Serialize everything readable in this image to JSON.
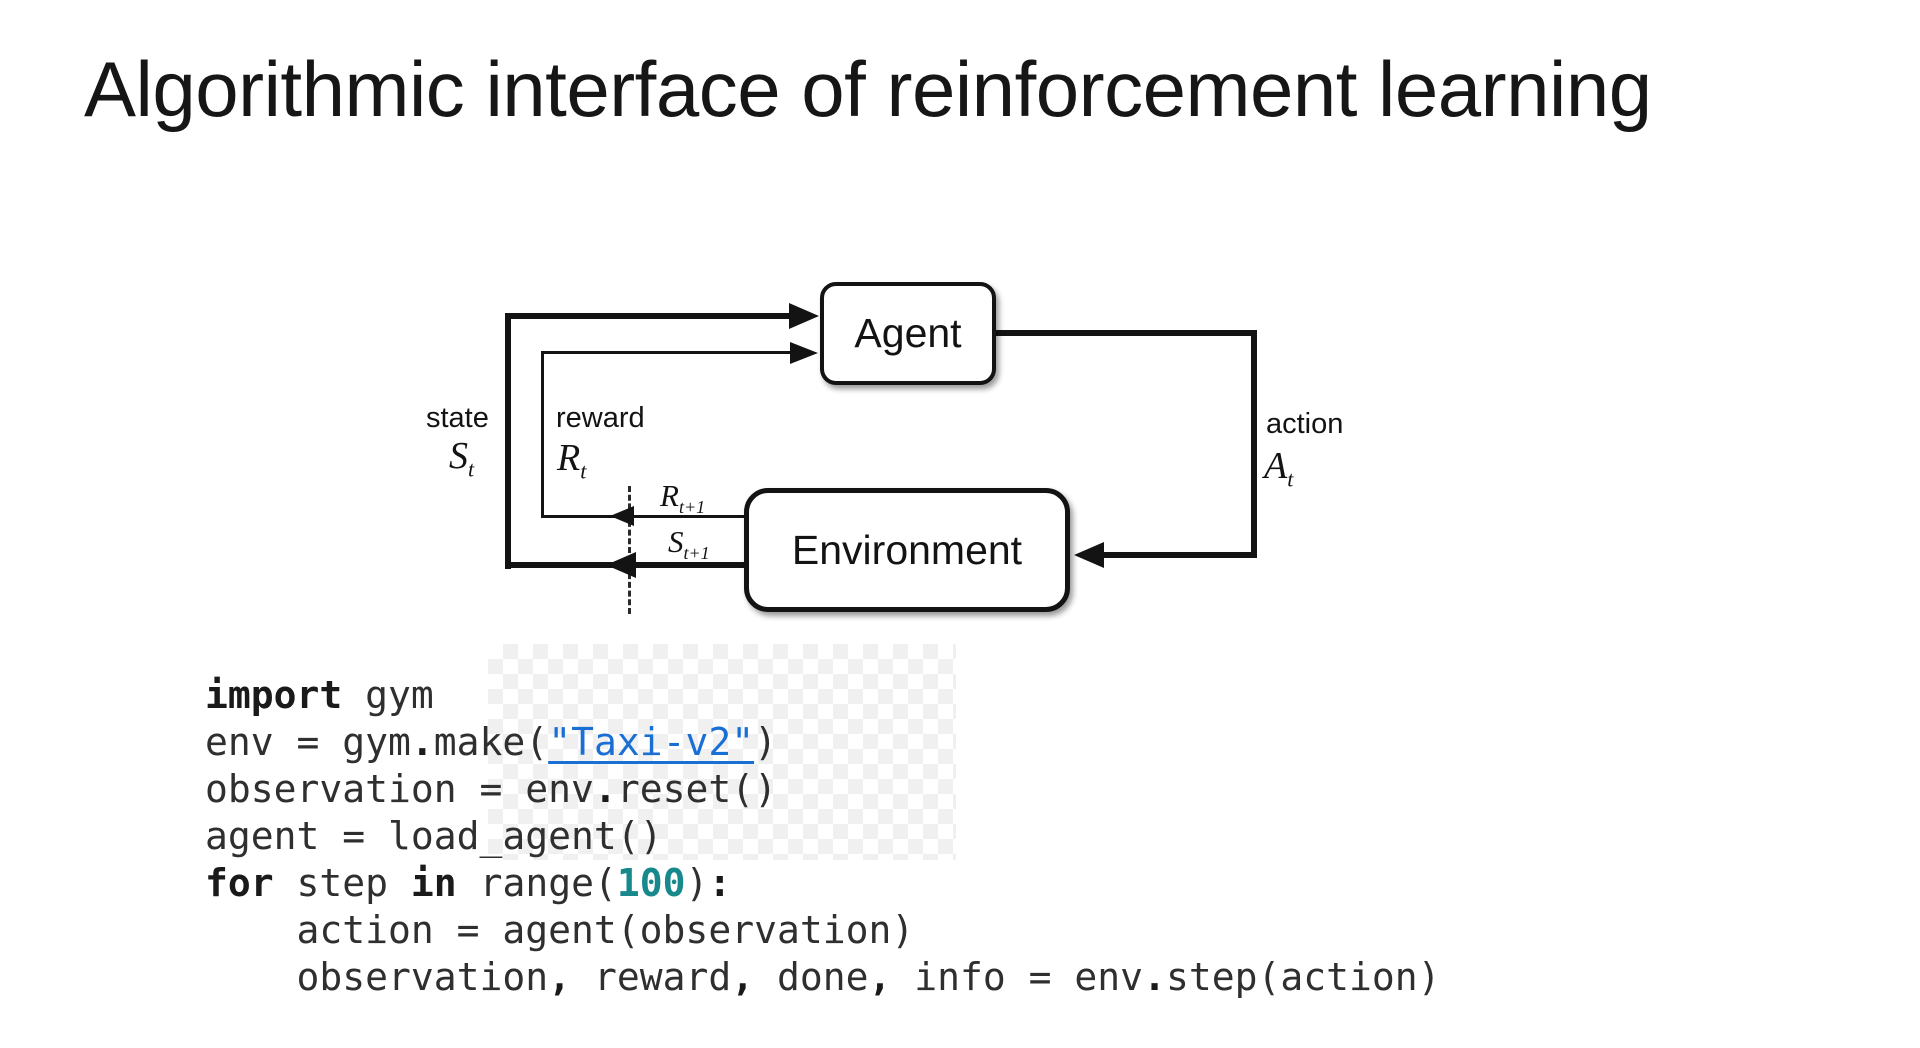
{
  "slide": {
    "title": "Algorithmic interface of reinforcement learning"
  },
  "diagram": {
    "agent_label": "Agent",
    "environment_label": "Environment",
    "state": {
      "label": "state",
      "symbol": "S",
      "sub": "t"
    },
    "reward": {
      "label": "reward",
      "symbol": "R",
      "sub": "t"
    },
    "action": {
      "label": "action",
      "symbol": "A",
      "sub": "t"
    },
    "reward_next": {
      "symbol": "R",
      "sub": "t+1"
    },
    "state_next": {
      "symbol": "S",
      "sub": "t+1"
    }
  },
  "code": {
    "colors": {
      "base": "#2f2f2f",
      "keyword": "#1a1a1a",
      "number": "#17888c",
      "link": "#1a6fd4"
    },
    "lines": [
      {
        "segments": [
          {
            "t": "import",
            "s": "kw"
          },
          {
            "t": " gym"
          }
        ]
      },
      {
        "segments": [
          {
            "t": "env = gym"
          },
          {
            "t": ".",
            "s": "op"
          },
          {
            "t": "make("
          },
          {
            "t": "\"Taxi-v2\"",
            "s": "link"
          },
          {
            "t": ")"
          }
        ]
      },
      {
        "segments": [
          {
            "t": "observation = env"
          },
          {
            "t": ".",
            "s": "op"
          },
          {
            "t": "reset()"
          }
        ]
      },
      {
        "segments": [
          {
            "t": "agent = load_agent()"
          }
        ]
      },
      {
        "segments": [
          {
            "t": "for",
            "s": "kw"
          },
          {
            "t": " step "
          },
          {
            "t": "in",
            "s": "kw"
          },
          {
            "t": " range("
          },
          {
            "t": "100",
            "s": "num"
          },
          {
            "t": ")"
          },
          {
            "t": ":",
            "s": "op"
          }
        ]
      },
      {
        "segments": [
          {
            "t": "    action = agent(observation)"
          }
        ]
      },
      {
        "segments": [
          {
            "t": "    observation"
          },
          {
            "t": ",",
            "s": "op"
          },
          {
            "t": " reward"
          },
          {
            "t": ",",
            "s": "op"
          },
          {
            "t": " done"
          },
          {
            "t": ",",
            "s": "op"
          },
          {
            "t": " info = env"
          },
          {
            "t": ".",
            "s": "op"
          },
          {
            "t": "step(action)"
          }
        ]
      }
    ]
  }
}
